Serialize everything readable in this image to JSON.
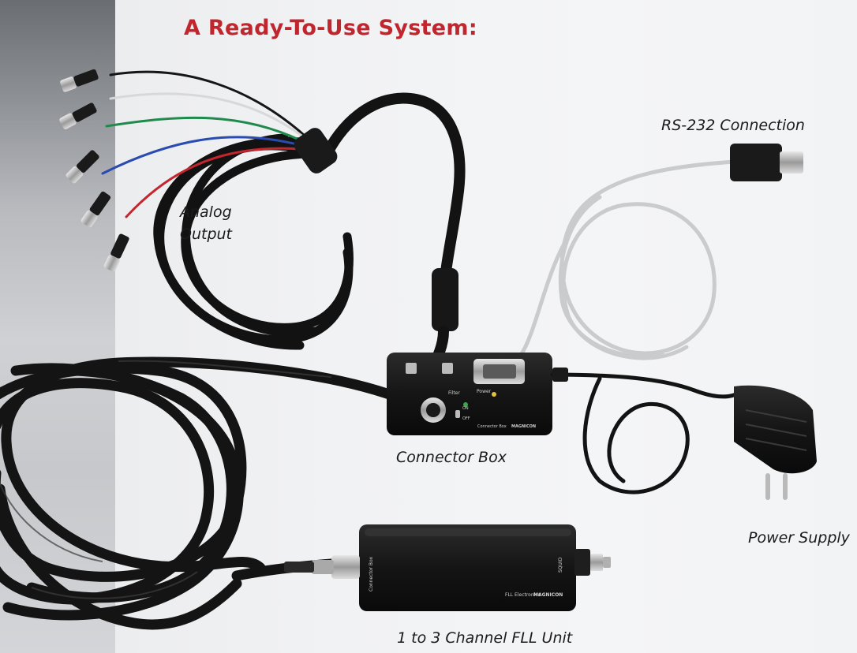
{
  "title": "A Ready-To-Use System:",
  "labels": {
    "analog_line1": "Analog",
    "analog_line2": "Output",
    "rs232": "RS-232 Connection",
    "connector_box": "Connector Box",
    "power_supply": "Power Supply",
    "fll_unit": "1 to 3 Channel FLL Unit"
  },
  "device_markings": {
    "filter": "Filter",
    "power": "Power",
    "on": "ON",
    "off": "OFF",
    "connector_box_tag": "Connector Box",
    "brand": "MAGNICON",
    "fll_electronics": "FLL Electronics",
    "fll_connector_box": "Connector Box",
    "fll_squid": "SQUID"
  },
  "colors": {
    "title": "#c0262e",
    "label": "#1b1b1b",
    "cable_black": "#151515",
    "cable_grey": "#c9cbcd",
    "cable_green": "#1f8a4c",
    "cable_blue": "#2a4bb0",
    "cable_red": "#c4262e"
  }
}
